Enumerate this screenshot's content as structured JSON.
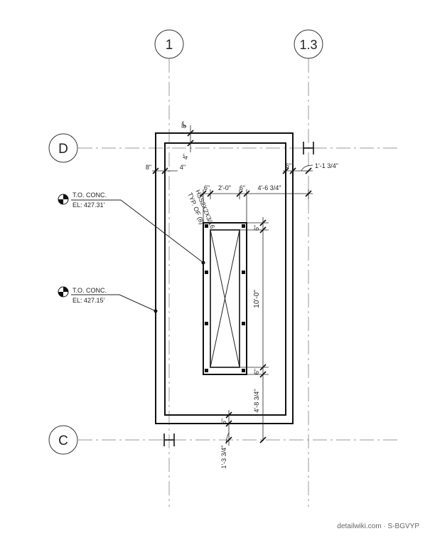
{
  "grid": {
    "col_1": "1",
    "col_1_3": "1.3",
    "row_d": "D",
    "row_c": "C"
  },
  "elevations": [
    {
      "title": "T.O. CONC.",
      "value": "EL: 427.31'"
    },
    {
      "title": "T.O. CONC.",
      "value": "EL: 427.15'"
    }
  ],
  "dimensions": {
    "top_8": "8\"",
    "top_4": "4\"",
    "left_8": "8\"",
    "left_4": "4\"",
    "right_6": "6\"",
    "right_1_1_3_4": "1'-1 3/4\"",
    "post_6a": "6\"",
    "opening_2_0": "2'-0\"",
    "post_6b": "6\"",
    "offset_4_6_3_4": "4'-6 3/4\"",
    "post_6_top": "6\"",
    "length_10_0": "10'-0\"",
    "post_6_bottom": "6\"",
    "offset_4_8_3_4": "4'-8 3/4\"",
    "bottom_6": "6\"",
    "bottom_1_3_3_4": "1'-3 3/4\""
  },
  "hss_note": {
    "line1": "HSS2X2X3/16",
    "line2": "TYP. OF (8)"
  },
  "watermark": "detailwiki.com · S-BGVYP",
  "colors": {
    "line": "#111111",
    "grid": "#9a9a9a",
    "background": "#ffffff"
  }
}
